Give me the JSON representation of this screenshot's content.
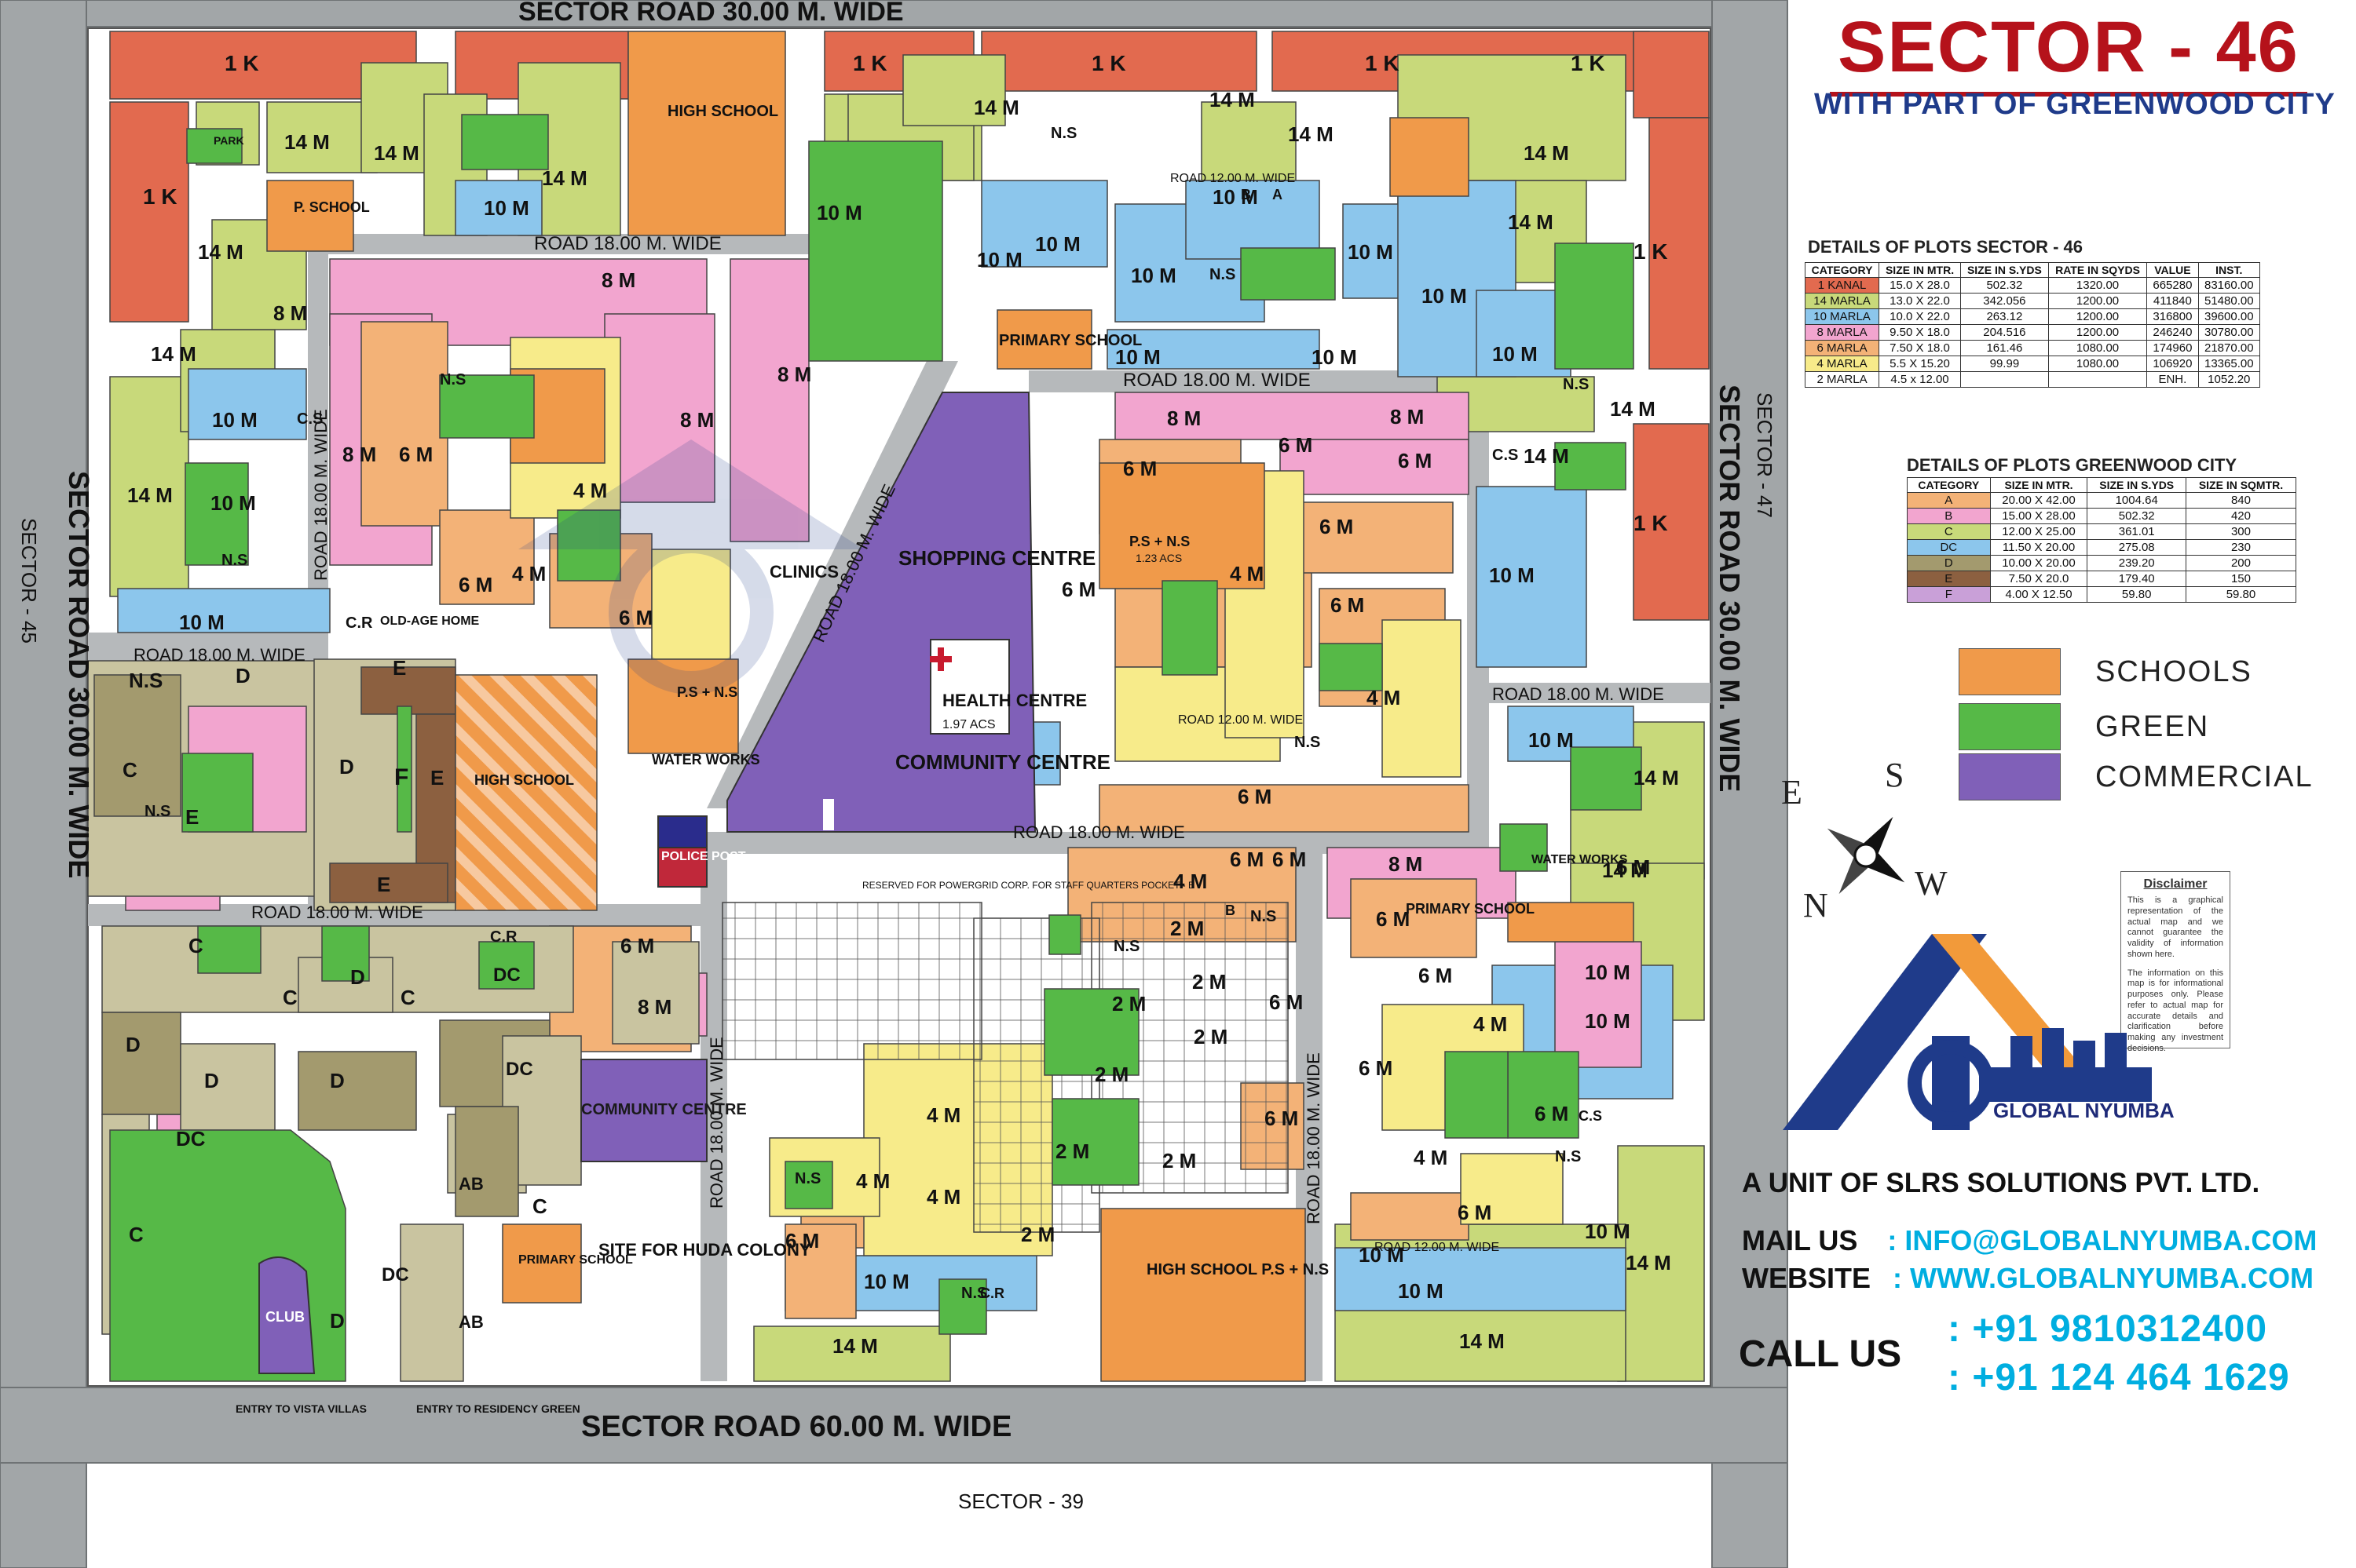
{
  "header": {
    "title": "SECTOR - 46",
    "subtitle": "WITH PART OF GREENWOOD CITY"
  },
  "colors": {
    "kanal": "#e26a4f",
    "marla14": "#c8d97a",
    "marla10": "#8cc6ec",
    "marla8": "#f2a5cf",
    "marla6": "#f3b277",
    "marla4": "#f7eb8a",
    "school": "#f09a4a",
    "green": "#56b947",
    "commercial": "#8060b8",
    "road": "#a2a6a8",
    "greenwood_c": "#c9c4a0",
    "greenwood_d": "#a39a6e",
    "greenwood_e": "#8c6040",
    "title_red": "#b5121b",
    "accent_blue": "#00aee0"
  },
  "map": {
    "roads": {
      "top": "SECTOR ROAD 30.00 M. WIDE",
      "left": "SECTOR ROAD 30.00 M. WIDE",
      "right": "SECTOR ROAD 30.00 M. WIDE",
      "bottom": "SECTOR ROAD 60.00 M. WIDE",
      "road18_a": "ROAD 18.00 M. WIDE",
      "road18_b": "ROAD 18.00 M. WIDE",
      "road18_c": "ROAD 18.00 M. WIDE",
      "road18_d": "ROAD 18.00 M. WIDE",
      "road18_e": "ROAD 18.00 M. WIDE",
      "road18_f": "ROAD 18.00 M. WIDE",
      "road18_vert_left": "ROAD 18.00 M. WIDE",
      "road18_vert_mid": "ROAD 18.00 M. WIDE",
      "road18_vert_right": "ROAD 18.00 M. WIDE",
      "road18_diag": "ROAD 18.00 M. WIDE",
      "road12_a": "ROAD 12.00 M. WIDE",
      "road12_b": "ROAD 12.00 M. WIDE",
      "road12_c": "ROAD 12.00 M. WIDE"
    },
    "sectors": {
      "west": "SECTOR - 45",
      "east": "SECTOR - 47",
      "south": "SECTOR - 39"
    },
    "facilities": {
      "high_school": "HIGH SCHOOL",
      "primary_school": "PRIMARY SCHOOL",
      "p_school": "P. SCHOOL",
      "shopping_centre": "SHOPPING CENTRE",
      "health_centre": "HEALTH CENTRE",
      "health_area": "1.97 ACS",
      "community_centre": "COMMUNITY CENTRE",
      "clinics": "CLINICS",
      "water_works": "WATER WORKS",
      "police_post": "POLICE POST",
      "old_age_home": "OLD-AGE HOME",
      "ps_ns": "P.S + N.S",
      "ps_ns_area": "1.23 ACS",
      "club": "CLUB",
      "huda_colony": "SITE FOR HUDA COLONY",
      "hs_ps_ns": "HIGH SCHOOL P.S + N.S",
      "powergrid": "RESERVED FOR POWERGRID CORP. FOR STAFF QUARTERS POCKET - B",
      "entry_vista": "ENTRY TO VISTA VILLAS",
      "entry_residency": "ENTRY TO RESIDENCY GREEN",
      "park": "PARK"
    },
    "blocks": {
      "k1": "1 K",
      "m14": "14 M",
      "m10": "10 M",
      "m8": "8 M",
      "m6": "6 M",
      "m4": "4 M",
      "m2": "2 M",
      "ns": "N.S",
      "cs": "C.S",
      "a": "A",
      "b": "B",
      "c": "C",
      "d": "D",
      "dc": "DC",
      "e": "E",
      "f": "F",
      "ab": "AB",
      "cr": "C.R"
    }
  },
  "plots_sector46": {
    "title": "DETAILS OF PLOTS SECTOR - 46",
    "headers": [
      "CATEGORY",
      "SIZE IN MTR.",
      "SIZE IN S.YDS",
      "RATE IN SQYDS",
      "VALUE",
      "INST."
    ],
    "rows": [
      [
        "1 KANAL",
        "15.0 X 28.0",
        "502.32",
        "1320.00",
        "665280",
        "83160.00"
      ],
      [
        "14 MARLA",
        "13.0 X 22.0",
        "342.056",
        "1200.00",
        "411840",
        "51480.00"
      ],
      [
        "10 MARLA",
        "10.0 X 22.0",
        "263.12",
        "1200.00",
        "316800",
        "39600.00"
      ],
      [
        "8 MARLA",
        "9.50 X 18.0",
        "204.516",
        "1200.00",
        "246240",
        "30780.00"
      ],
      [
        "6 MARLA",
        "7.50 X 18.0",
        "161.46",
        "1080.00",
        "174960",
        "21870.00"
      ],
      [
        "4 MARLA",
        "5.5 X 15.20",
        "99.99",
        "1080.00",
        "106920",
        "13365.00"
      ],
      [
        "2 MARLA",
        "4.5 x 12.00",
        "",
        "",
        "ENH.",
        "1052.20"
      ]
    ]
  },
  "plots_greenwood": {
    "title": "DETAILS OF PLOTS GREENWOOD CITY",
    "headers": [
      "CATEGORY",
      "SIZE IN MTR.",
      "SIZE IN S.YDS",
      "SIZE IN SQMTR."
    ],
    "rows": [
      [
        "A",
        "20.00 X 42.00",
        "1004.64",
        "840"
      ],
      [
        "B",
        "15.00 X 28.00",
        "502.32",
        "420"
      ],
      [
        "C",
        "12.00 X 25.00",
        "361.01",
        "300"
      ],
      [
        "DC",
        "11.50 X 20.00",
        "275.08",
        "230"
      ],
      [
        "D",
        "10.00 X 20.00",
        "239.20",
        "200"
      ],
      [
        "E",
        "7.50 X 20.0",
        "179.40",
        "150"
      ],
      [
        "F",
        "4.00 X 12.50",
        "59.80",
        "59.80"
      ]
    ]
  },
  "legend": {
    "schools": "SCHOOLS",
    "green": "GREEN",
    "commercial": "COMMERCIAL"
  },
  "compass": {
    "n": "N",
    "s": "S",
    "e": "E",
    "w": "W"
  },
  "disclaimer": {
    "title": "Disclaimer",
    "p1": "This is a graphical representation of the actual map and we cannot guarantee the validity of information shown here.",
    "p2": "The information on this map is for informational purposes only. Please refer to actual map for accurate details and clarification before making any investment decisions."
  },
  "brand": {
    "name": "GLOBAL NYUMBA",
    "company": "A UNIT OF SLRS SOLUTIONS PVT. LTD.",
    "mail_label": "MAIL US",
    "mail": ": INFO@GLOBALNYUMBA.COM",
    "web_label": "WEBSITE",
    "web": ": WWW.GLOBALNYUMBA.COM",
    "call_label": "CALL US",
    "phone1": ": +91 9810312400",
    "phone2": ": +91 124 464 1629"
  }
}
